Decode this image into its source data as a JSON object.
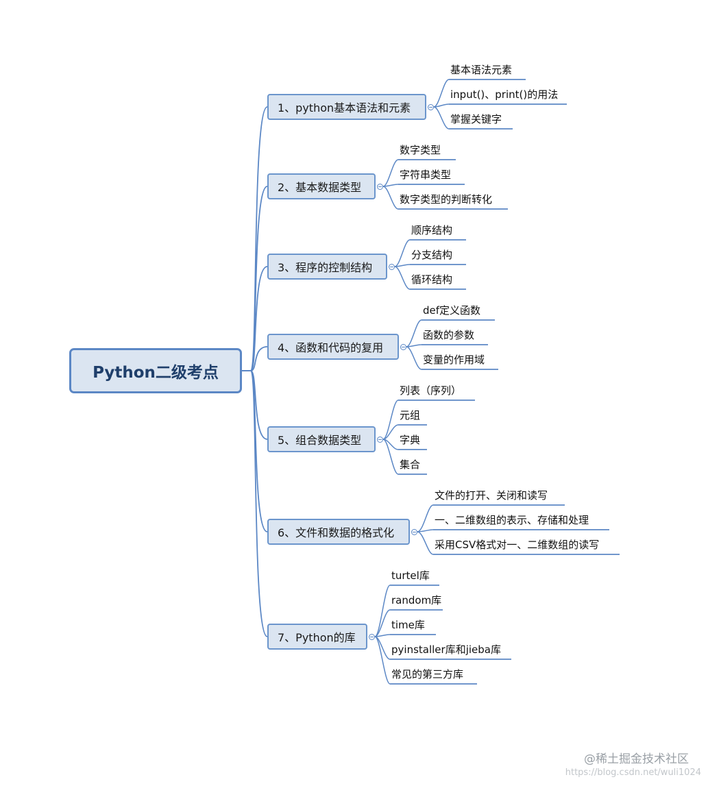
{
  "root": "Python二级考点",
  "branches": [
    {
      "label": "1、python基本语法和元素",
      "children": [
        "基本语法元素",
        "input()、print()的用法",
        "掌握关键字"
      ]
    },
    {
      "label": "2、基本数据类型",
      "children": [
        "数字类型",
        "字符串类型",
        "数字类型的判断转化"
      ]
    },
    {
      "label": "3、程序的控制结构",
      "children": [
        "顺序结构",
        "分支结构",
        "循环结构"
      ]
    },
    {
      "label": "4、函数和代码的复用",
      "children": [
        "def定义函数",
        "函数的参数",
        "变量的作用域"
      ]
    },
    {
      "label": "5、组合数据类型",
      "children": [
        "列表（序列）",
        "元组",
        "字典",
        "集合"
      ]
    },
    {
      "label": "6、文件和数据的格式化",
      "children": [
        "文件的打开、关闭和读写",
        "一、二维数组的表示、存储和处理",
        "采用CSV格式对一、二维数组的读写"
      ]
    },
    {
      "label": "7、Python的库",
      "children": [
        "turtel库",
        "random库",
        "time库",
        "pyinstaller库和jieba库",
        "常见的第三方库"
      ]
    }
  ],
  "watermark": {
    "brand": "@稀土掘金技术社区",
    "url": "https://blog.csdn.net/wuli1024"
  },
  "colors": {
    "node_fill": "#dbe5f1",
    "node_border": "#5b87c5",
    "line": "#5b87c5"
  }
}
